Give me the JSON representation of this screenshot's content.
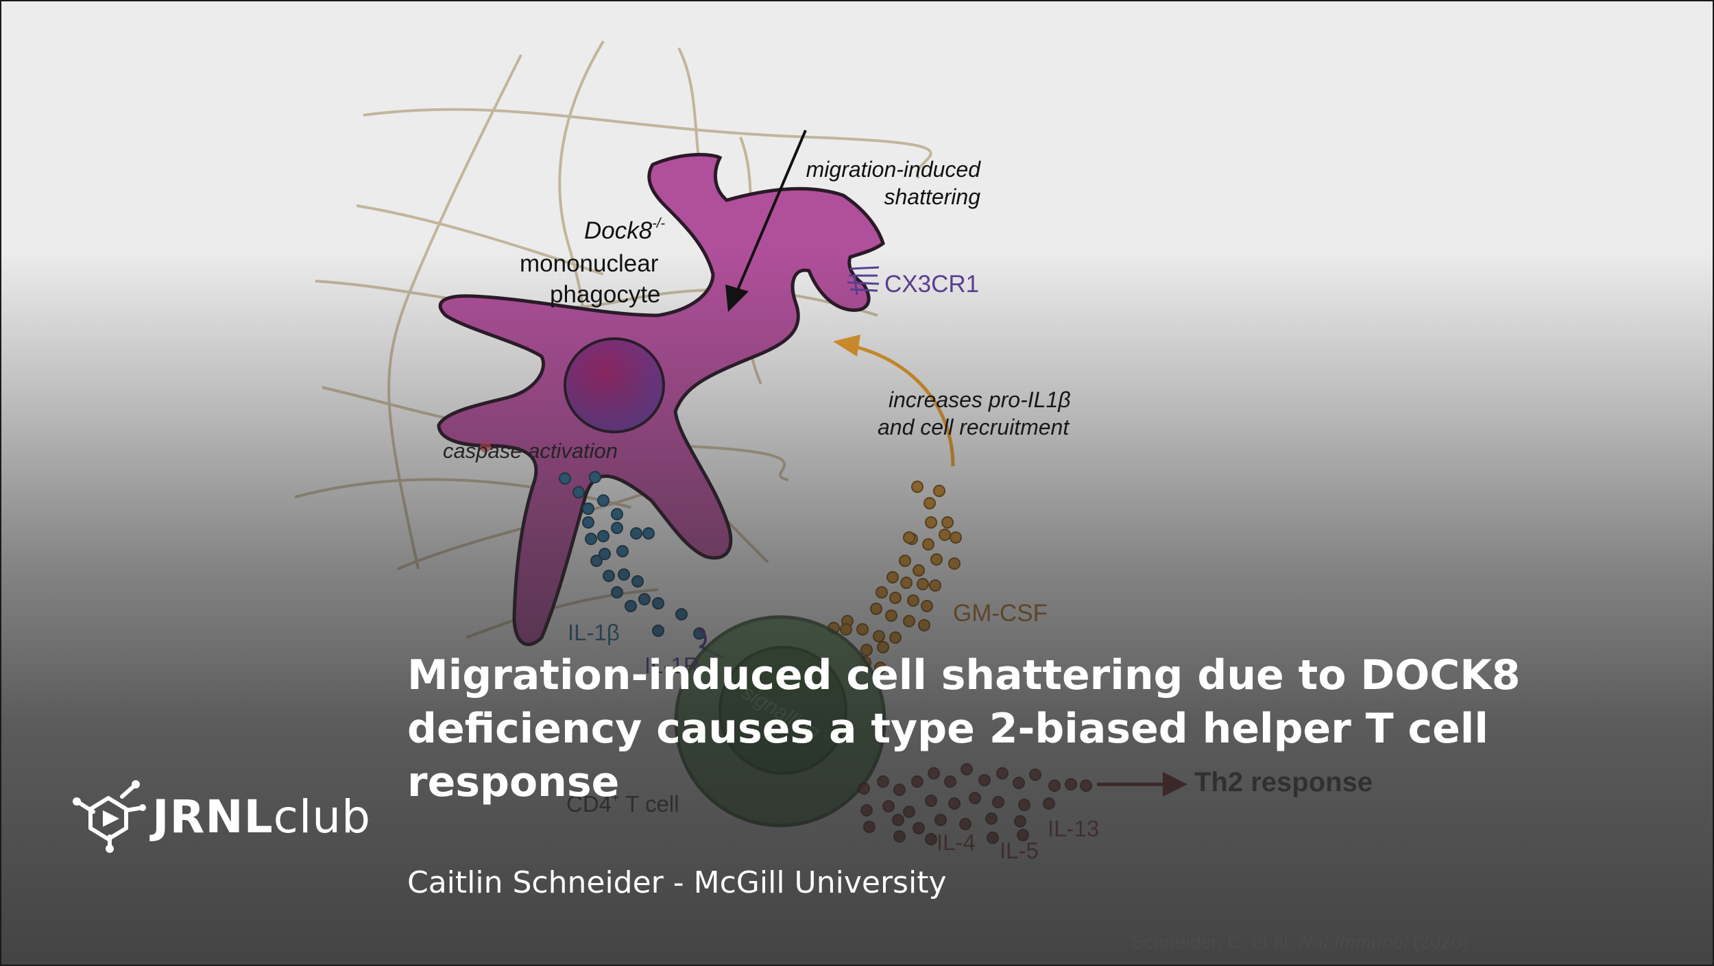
{
  "figure": {
    "labels": {
      "migration1": "migration-induced",
      "migration2": "shattering",
      "dock8": "Dock8",
      "dock8_sup": "-/-",
      "mononuclear": "mononuclear",
      "phagocyte": "phagocyte",
      "cx3cr1": "CX3CR1",
      "increases": "increases pro-IL1β",
      "recruitment": "and cell recruitment",
      "caspase": "caspase activation",
      "il1b": "IL-1β",
      "il1r": "IL-1R",
      "gmcsf": "GM-CSF",
      "signalling": "signalling",
      "cd4": "CD4",
      "cd4_sup": "+",
      "tcell": "T cell",
      "th2": "Th2 response",
      "il4": "IL-4",
      "il5": "IL-5",
      "il13": "IL-13"
    },
    "colors": {
      "cell": "#b04f9a",
      "nucleus": "#7a3a8f",
      "il1b_dots": "#2e6f96",
      "gmcsf_dots": "#c98a30",
      "cytokine_dots": "#8a3b3b",
      "tcell": "#4f7d4f",
      "cx3cr1": "#5a3f96",
      "arrow_orange": "#e39a2b",
      "fiber": "#c2b59b"
    }
  },
  "logo": {
    "bold": "JRNL",
    "light": "club"
  },
  "title": "Migration-induced cell shattering due to DOCK8 deficiency causes a type 2-biased helper T cell response",
  "byline": "Caitlin Schneider - McGill University",
  "citation": {
    "prefix": "Schneider, C. et al. ",
    "journal": "Nat Immunol",
    "year": " (2020)"
  }
}
